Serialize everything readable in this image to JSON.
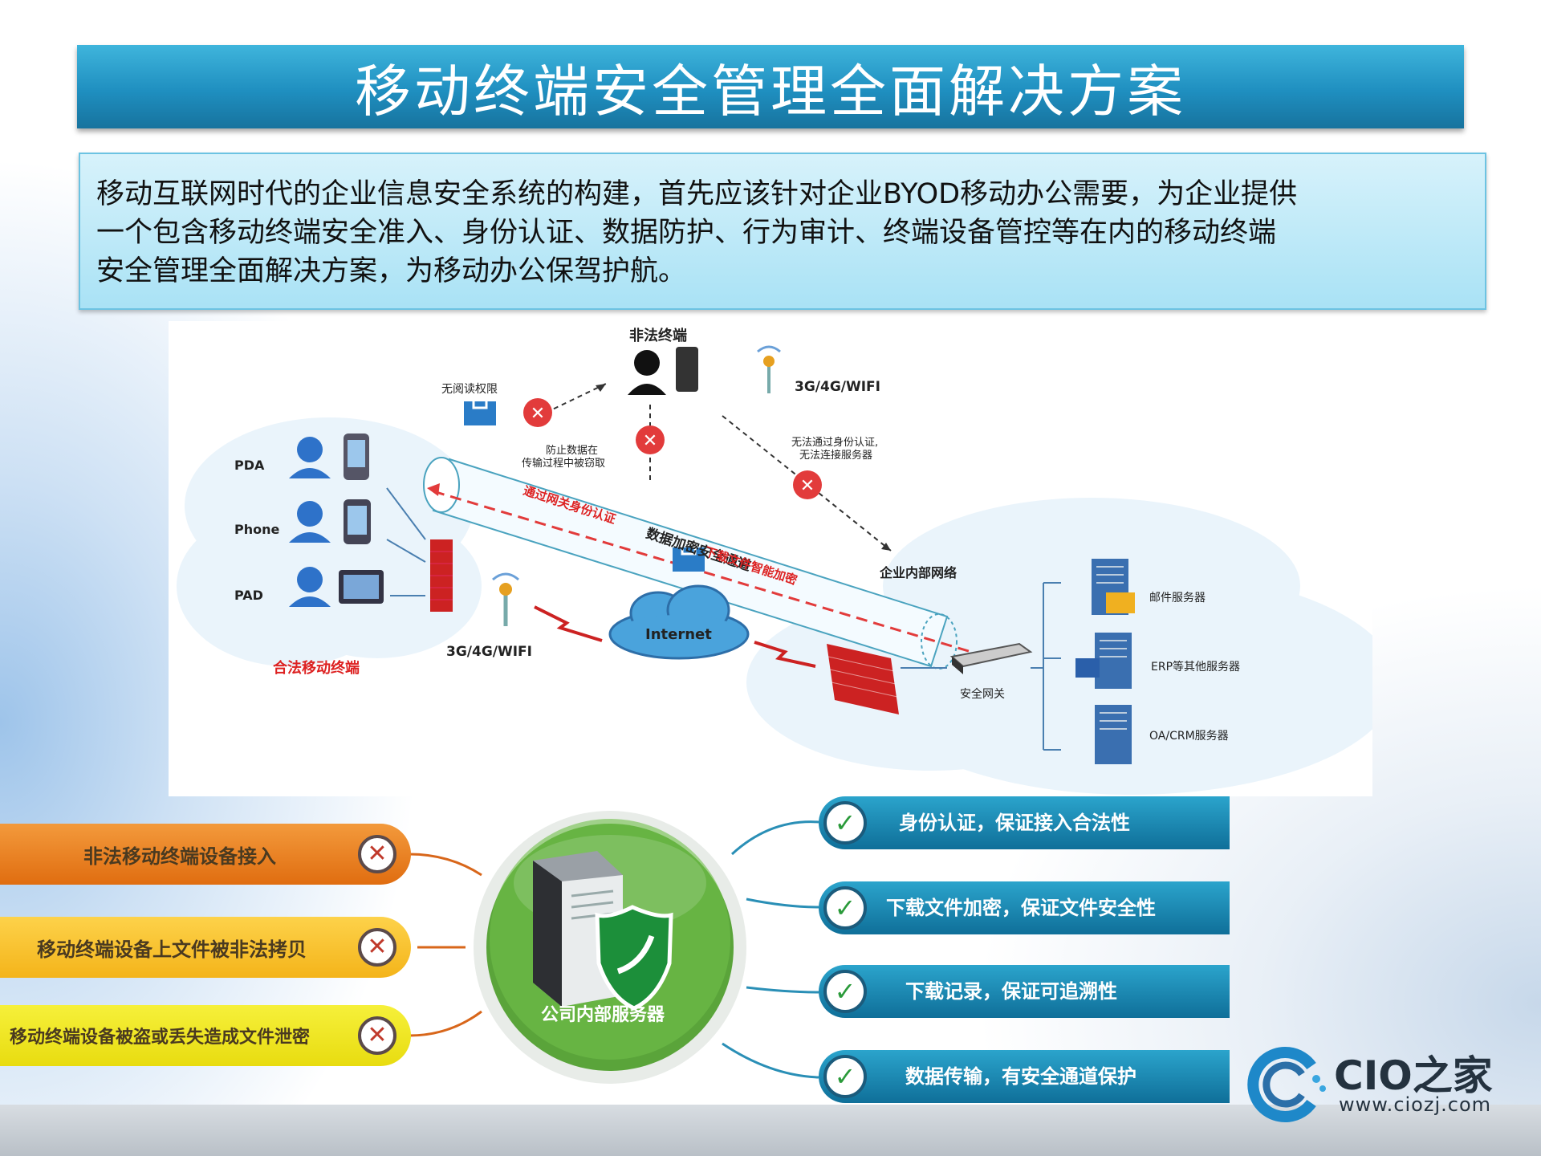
{
  "title": "移动终端安全管理全面解决方案",
  "intro": {
    "line1": "移动互联网时代的企业信息安全系统的构建，首先应该针对企业BYOD移动办公需要，为企业提供",
    "line2": "一个包含移动终端安全准入、身份认证、数据防护、行为审计、终端设备管控等在内的移动终端",
    "line3": "安全管理全面解决方案，为移动办公保驾护航。"
  },
  "diagram": {
    "illegal_terminal": "非法终端",
    "wireless_top": "3G/4G/WIFI",
    "no_read_permission": "无阅读权限",
    "prevent_theft_1": "防止数据在",
    "prevent_theft_2": "传输过程中被窃取",
    "no_auth_1": "无法通过身份认证,",
    "no_auth_2": "无法连接服务器",
    "devices": [
      "PDA",
      "Phone",
      "PAD"
    ],
    "legal_terminal": "合法移动终端",
    "wireless_bottom": "3G/4G/WIFI",
    "tunnel_label": "数据加密安全通道",
    "gateway_auth": "通过网关身份认证",
    "download_encrypt": "下载文件智能加密",
    "internet": "Internet",
    "internal_network": "企业内部网络",
    "security_gateway": "安全网关",
    "servers": [
      "邮件服务器",
      "ERP等其他服务器",
      "OA/CRM服务器"
    ]
  },
  "threats": [
    "非法移动终端设备接入",
    "移动终端设备上文件被非法拷贝",
    "移动终端设备被盗或丢失造成文件泄密"
  ],
  "center_label": "公司内部服务器",
  "benefits": [
    "身份认证，保证接入合法性",
    "下载文件加密，保证文件安全性",
    "下载记录，保证可追溯性",
    "数据传输，有安全通道保护"
  ],
  "logo": {
    "name": "CIO之家",
    "url": "www.ciozj.com"
  },
  "colors": {
    "banner": "#1f8fc0",
    "intro_bg": "#a9e2f5",
    "accent_red": "#e23b3b",
    "benefit_blue": "#167aa6",
    "center_green": "#5aa43a"
  }
}
